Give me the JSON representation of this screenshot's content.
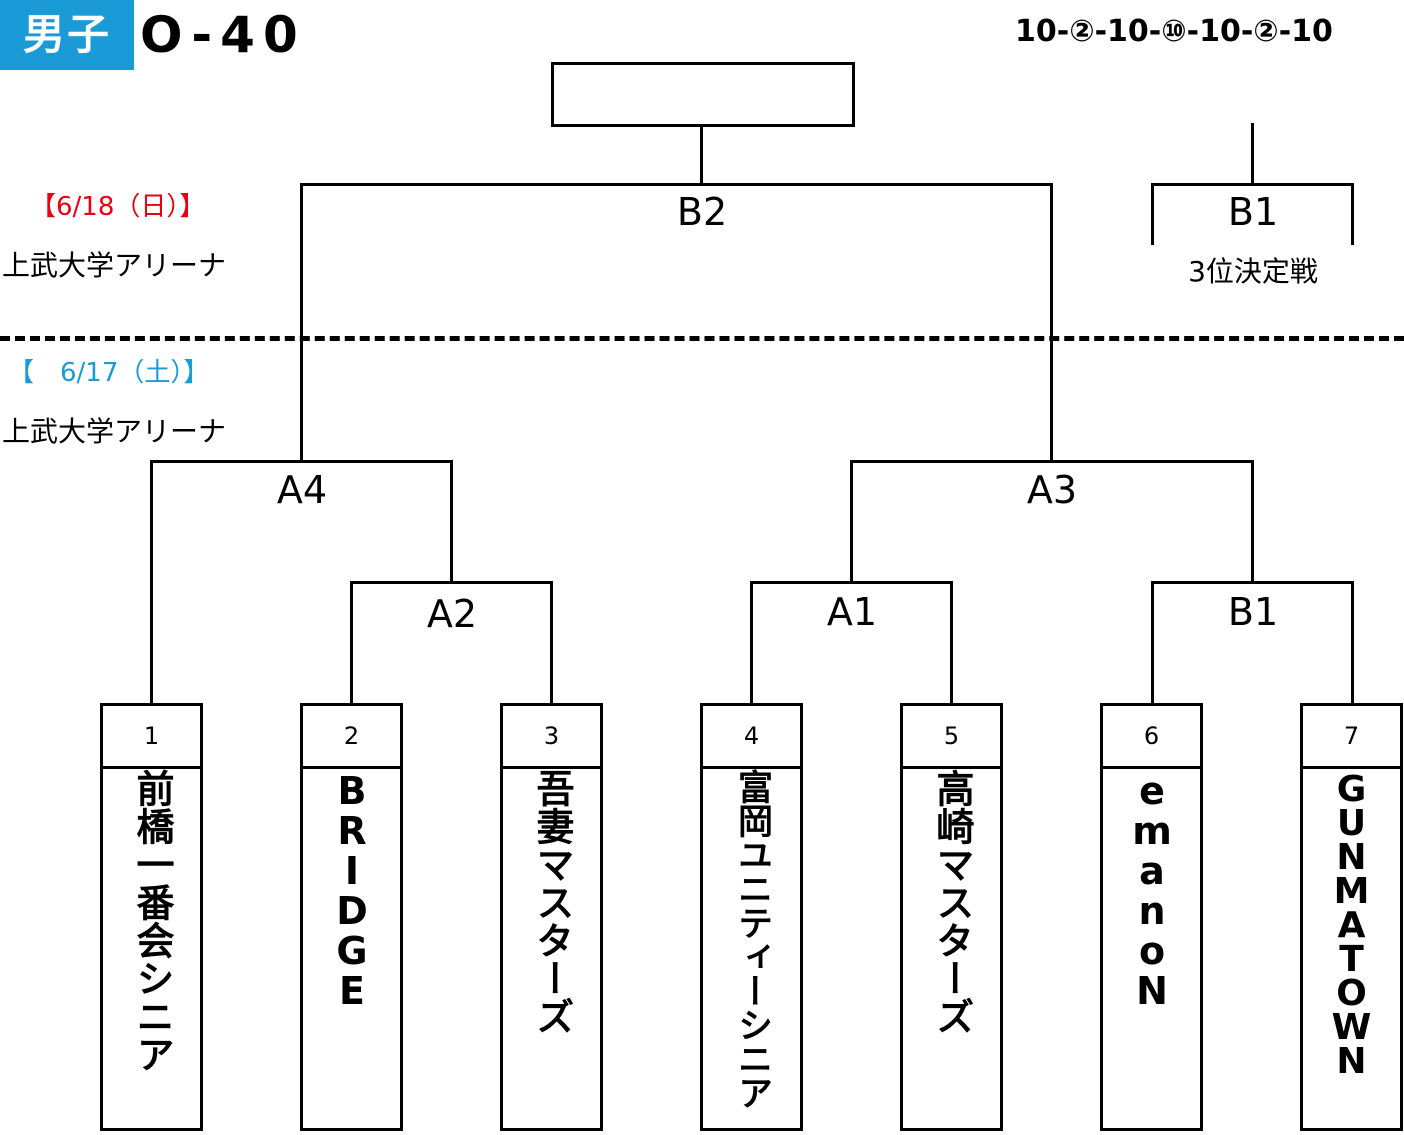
{
  "header": {
    "category": "男子",
    "division": "O-40",
    "scoring": "10-②-10-⑩-10-②-10"
  },
  "day2": {
    "date": "【6/18（日）】",
    "venue": "上武大学アリーナ"
  },
  "day1": {
    "date": "【　6/17（土）】",
    "venue": "上武大学アリーナ"
  },
  "matches": {
    "final": "B2",
    "third_place": "B1",
    "third_place_label": "3位決定戦",
    "semi_left": "A4",
    "semi_right": "A3",
    "qf_left": "A2",
    "qf_mid": "A1",
    "qf_right": "B1"
  },
  "colors": {
    "badge": "#1a9ad6",
    "day2_date": "#e60012",
    "day1_date": "#1a9ad6"
  },
  "teams": [
    {
      "seed": "1",
      "name": "前橋一番会シニア"
    },
    {
      "seed": "2",
      "name": "BRIDGE"
    },
    {
      "seed": "3",
      "name": "吾妻マスターズ"
    },
    {
      "seed": "4",
      "name": "富岡ユニティーシニア"
    },
    {
      "seed": "5",
      "name": "高崎マスターズ"
    },
    {
      "seed": "6",
      "name": "emanoN"
    },
    {
      "seed": "7",
      "name": "GUNMATOWN"
    }
  ]
}
